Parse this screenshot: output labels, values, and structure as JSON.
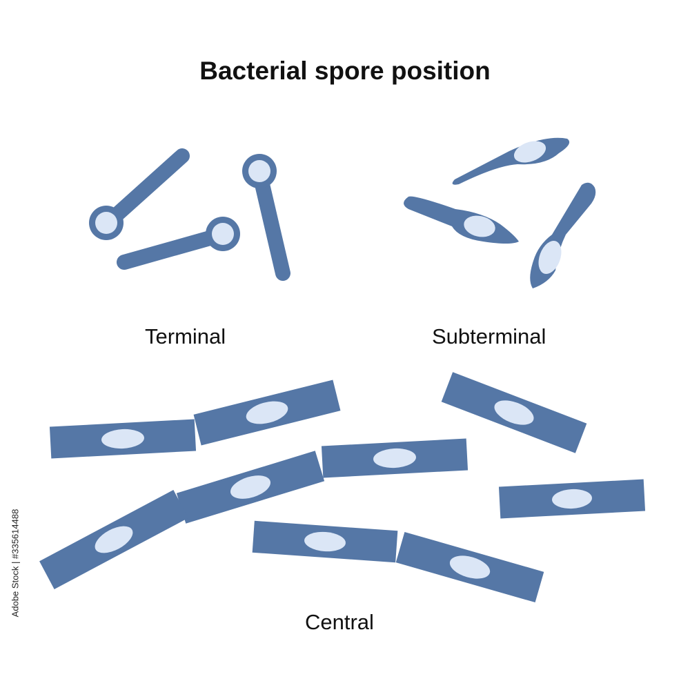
{
  "title": "Bacterial spore position",
  "labels": {
    "terminal": "Terminal",
    "subterminal": "Subterminal",
    "central": "Central"
  },
  "watermark": "Adobe Stock | #335614488",
  "colors": {
    "cell_body": "#5577a6",
    "spore": "#dbe6f6",
    "background": "#ffffff",
    "text": "#111111"
  }
}
